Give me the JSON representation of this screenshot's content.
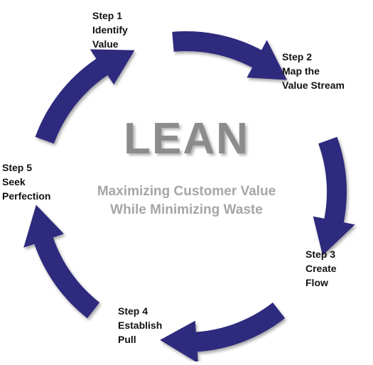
{
  "title": "LEAN",
  "subtitle": [
    "Maximizing Customer Value",
    "While Minimizing Waste"
  ],
  "arrow_color": "#2e2b7d",
  "steps": [
    {
      "lines": [
        "Step 1",
        "Identify",
        "Value"
      ]
    },
    {
      "lines": [
        "Step 2",
        "Map the",
        "Value Stream"
      ]
    },
    {
      "lines": [
        "Step 3",
        "Create",
        "Flow"
      ]
    },
    {
      "lines": [
        "Step 4",
        "Establish",
        "Pull"
      ]
    },
    {
      "lines": [
        "Step 5",
        "Seek",
        "Perfection"
      ]
    }
  ]
}
